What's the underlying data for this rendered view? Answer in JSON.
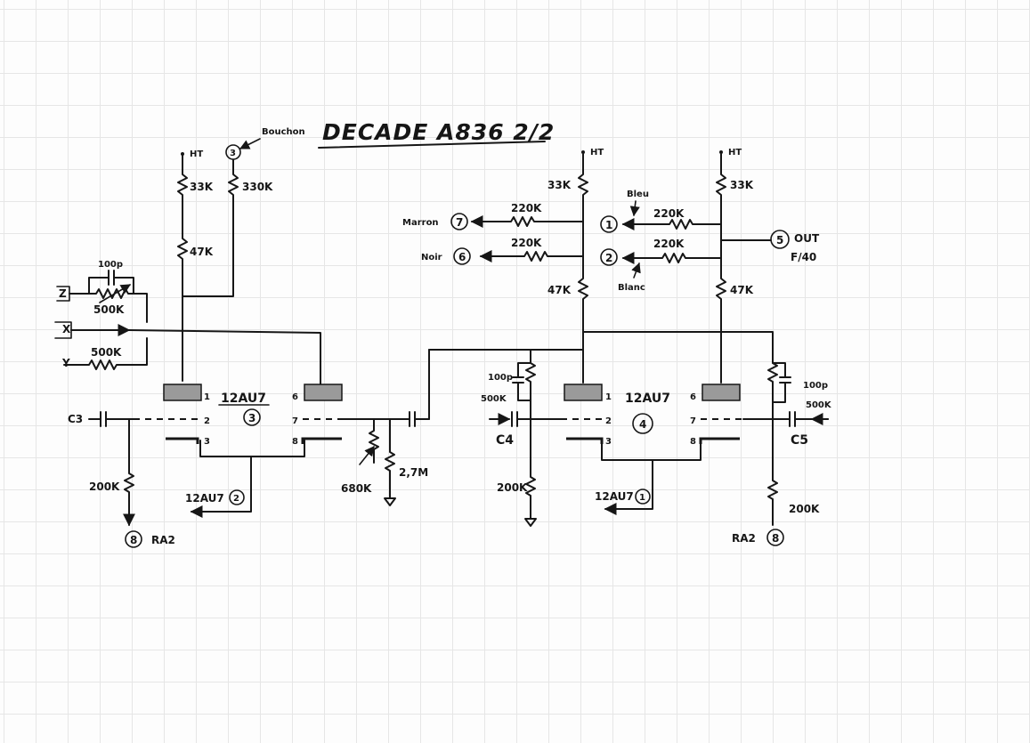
{
  "title": "DECADE A836 2/2",
  "supply_label": "HT",
  "plug_label": "Bouchon",
  "plug_pin": "3",
  "resistors": {
    "r_33k_left": "33K",
    "r_330k": "330K",
    "r_47k_left": "47K",
    "r_500k_z": "500K",
    "r_500k_y": "500K",
    "r_200k_left": "200K",
    "r_680k": "680K",
    "r_2m7": "2,7M",
    "r_33k_mid": "33K",
    "r_220k_marron": "220K",
    "r_220k_noir": "220K",
    "r_47k_mid": "47K",
    "r_220k_bleu": "220K",
    "r_220k_blanc": "220K",
    "r_33k_right": "33K",
    "r_47k_right": "47K",
    "r_500k_c4": "500K",
    "r_200k_mid": "200K",
    "r_500k_c5": "500K",
    "r_200k_right": "200K"
  },
  "capacitors": {
    "c_100p_z": "100p",
    "c3": "C3",
    "c4": "C4",
    "c_100p_c4": "100p",
    "c5": "C5",
    "c_100p_c5": "100p"
  },
  "inputs": {
    "z_label": "Z",
    "x_label": "X",
    "y_label": "Y"
  },
  "tubes": [
    {
      "type": "12AU7",
      "number": "3",
      "pins_left": [
        "1",
        "2",
        "3"
      ],
      "pins_right": [
        "6",
        "7",
        "8"
      ]
    },
    {
      "type": "12AU7",
      "number": "4",
      "pins_left": [
        "1",
        "2",
        "3"
      ],
      "pins_right": [
        "6",
        "7",
        "8"
      ]
    }
  ],
  "connectors": {
    "marron_label": "Marron",
    "marron_pin": "7",
    "noir_label": "Noir",
    "noir_pin": "6",
    "bleu_label": "Bleu",
    "bleu_pin": "1",
    "blanc_label": "Blanc",
    "blanc_pin": "2",
    "out_pin": "5",
    "out_label": "OUT",
    "out_sublabel": "F/40",
    "ra2_left_label": "RA2",
    "ra2_left_pin": "8",
    "ra2_right_label": "RA2",
    "ra2_right_pin": "8",
    "link_tube2_label": "12AU7",
    "link_tube2_pin": "2",
    "link_tube1_label": "12AU7",
    "link_tube1_pin": "1"
  }
}
